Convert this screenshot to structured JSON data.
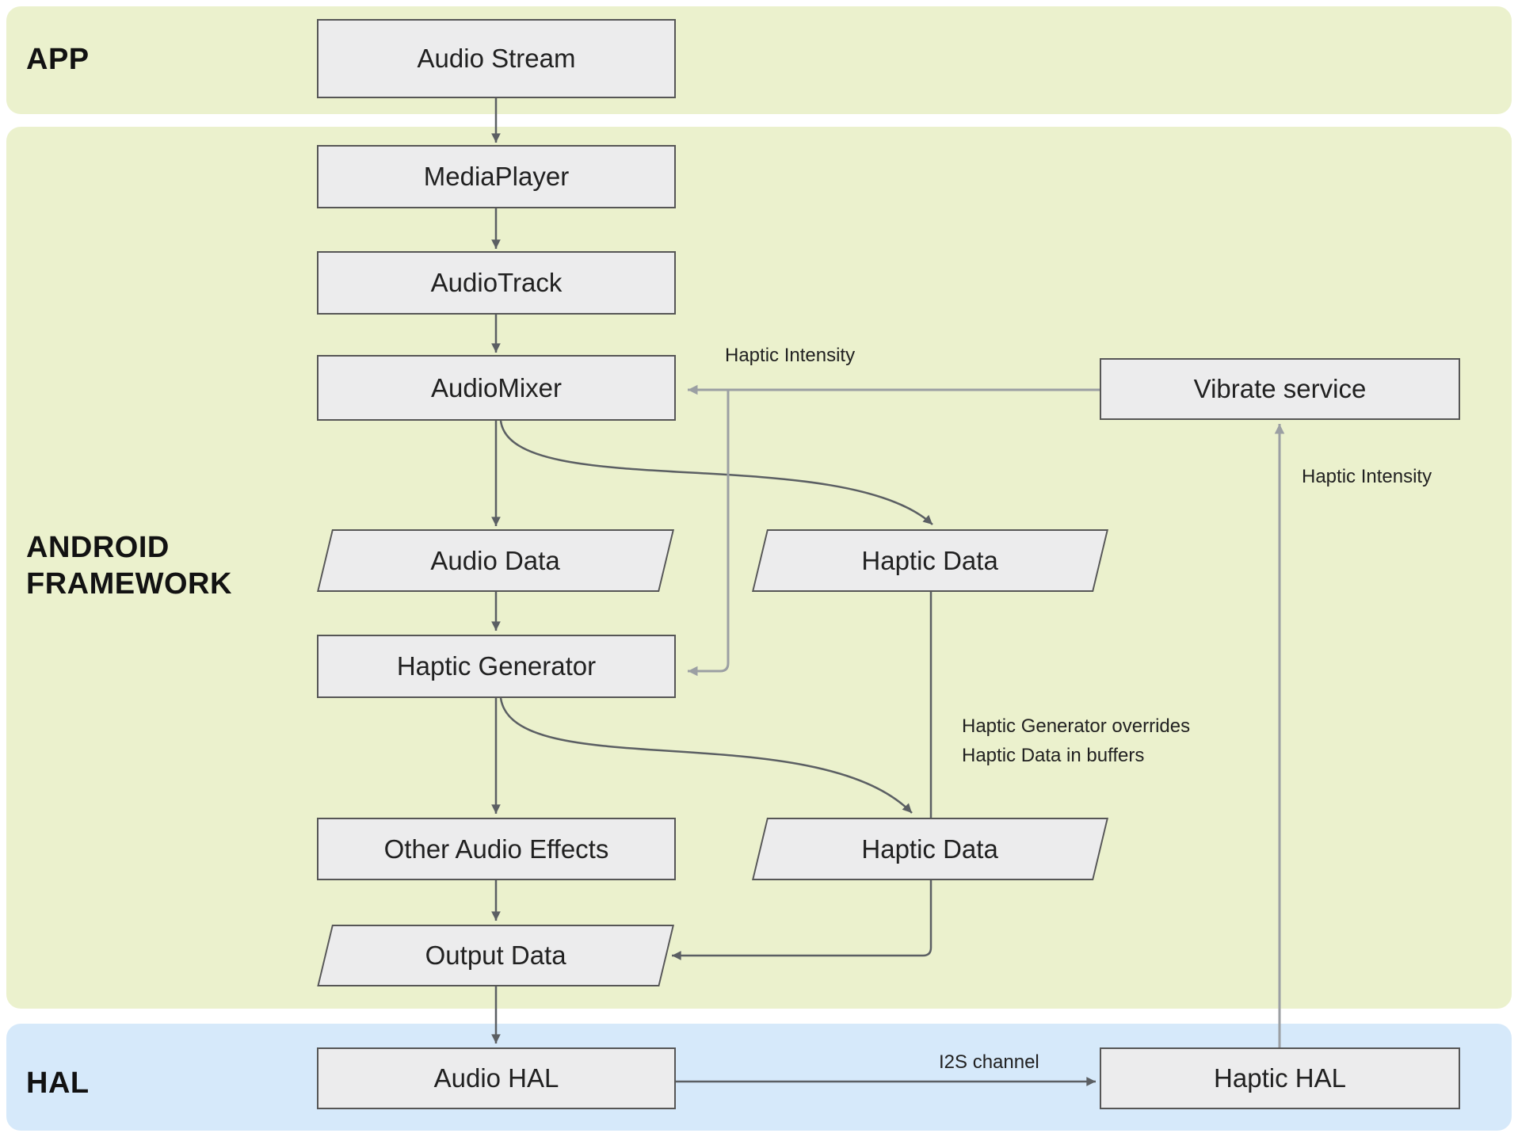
{
  "bands": {
    "app": {
      "label": "APP"
    },
    "framework": {
      "label": "ANDROID FRAMEWORK"
    },
    "hal": {
      "label": "HAL"
    }
  },
  "nodes": {
    "audio_stream": {
      "label": "Audio Stream",
      "shape": "rect",
      "band": "APP"
    },
    "media_player": {
      "label": "MediaPlayer",
      "shape": "rect",
      "band": "ANDROID FRAMEWORK"
    },
    "audio_track": {
      "label": "AudioTrack",
      "shape": "rect",
      "band": "ANDROID FRAMEWORK"
    },
    "audio_mixer": {
      "label": "AudioMixer",
      "shape": "rect",
      "band": "ANDROID FRAMEWORK"
    },
    "vibrate_service": {
      "label": "Vibrate service",
      "shape": "rect",
      "band": "ANDROID FRAMEWORK"
    },
    "audio_data": {
      "label": "Audio Data",
      "shape": "parallelogram",
      "band": "ANDROID FRAMEWORK"
    },
    "haptic_data_top": {
      "label": "Haptic Data",
      "shape": "parallelogram",
      "band": "ANDROID FRAMEWORK"
    },
    "haptic_generator": {
      "label": "Haptic Generator",
      "shape": "rect",
      "band": "ANDROID FRAMEWORK"
    },
    "other_audio_effects": {
      "label": "Other Audio Effects",
      "shape": "rect",
      "band": "ANDROID FRAMEWORK"
    },
    "haptic_data_bottom": {
      "label": "Haptic Data",
      "shape": "parallelogram",
      "band": "ANDROID FRAMEWORK"
    },
    "output_data": {
      "label": "Output Data",
      "shape": "parallelogram",
      "band": "ANDROID FRAMEWORK"
    },
    "audio_hal": {
      "label": "Audio HAL",
      "shape": "rect",
      "band": "HAL"
    },
    "haptic_hal": {
      "label": "Haptic HAL",
      "shape": "rect",
      "band": "HAL"
    }
  },
  "edge_labels": {
    "haptic_intensity_to_mixer": "Haptic Intensity",
    "haptic_intensity_to_vibrate": "Haptic Intensity",
    "override_note": "Haptic Generator overrides\nHaptic Data in buffers",
    "i2s_channel": "I2S channel"
  },
  "edges": [
    {
      "from": "audio_stream",
      "to": "media_player",
      "style": "dark-arrow"
    },
    {
      "from": "media_player",
      "to": "audio_track",
      "style": "dark-arrow"
    },
    {
      "from": "audio_track",
      "to": "audio_mixer",
      "style": "dark-arrow"
    },
    {
      "from": "audio_mixer",
      "to": "audio_data",
      "style": "dark-arrow"
    },
    {
      "from": "audio_mixer",
      "to": "haptic_data_top",
      "style": "dark-arrow-curve"
    },
    {
      "from": "vibrate_service",
      "to": "audio_mixer",
      "style": "light-arrow",
      "label": "Haptic Intensity"
    },
    {
      "from": "vibrate_service",
      "to": "haptic_generator",
      "style": "light-arrow"
    },
    {
      "from": "audio_data",
      "to": "haptic_generator",
      "style": "dark-arrow"
    },
    {
      "from": "haptic_generator",
      "to": "other_audio_effects",
      "style": "dark-arrow"
    },
    {
      "from": "haptic_generator",
      "to": "haptic_data_bottom",
      "style": "dark-arrow-curve",
      "label": "Haptic Generator overrides\nHaptic Data in buffers"
    },
    {
      "from": "haptic_data_top",
      "to": "haptic_data_bottom",
      "style": "dark-line"
    },
    {
      "from": "haptic_data_bottom",
      "to": "output_data",
      "style": "dark-arrow"
    },
    {
      "from": "other_audio_effects",
      "to": "output_data",
      "style": "dark-arrow"
    },
    {
      "from": "output_data",
      "to": "audio_hal",
      "style": "dark-arrow"
    },
    {
      "from": "audio_hal",
      "to": "haptic_hal",
      "style": "dark-arrow",
      "label": "I2S channel"
    },
    {
      "from": "haptic_hal",
      "to": "vibrate_service",
      "style": "light-arrow",
      "label": "Haptic Intensity"
    }
  ],
  "colors": {
    "band_green": "#ebf1cd",
    "band_blue": "#d6e9fa",
    "node_fill": "#ececed",
    "node_border": "#565656",
    "arrow_dark": "#5b5f63",
    "arrow_light": "#9b9fa3",
    "text": "#212121"
  }
}
